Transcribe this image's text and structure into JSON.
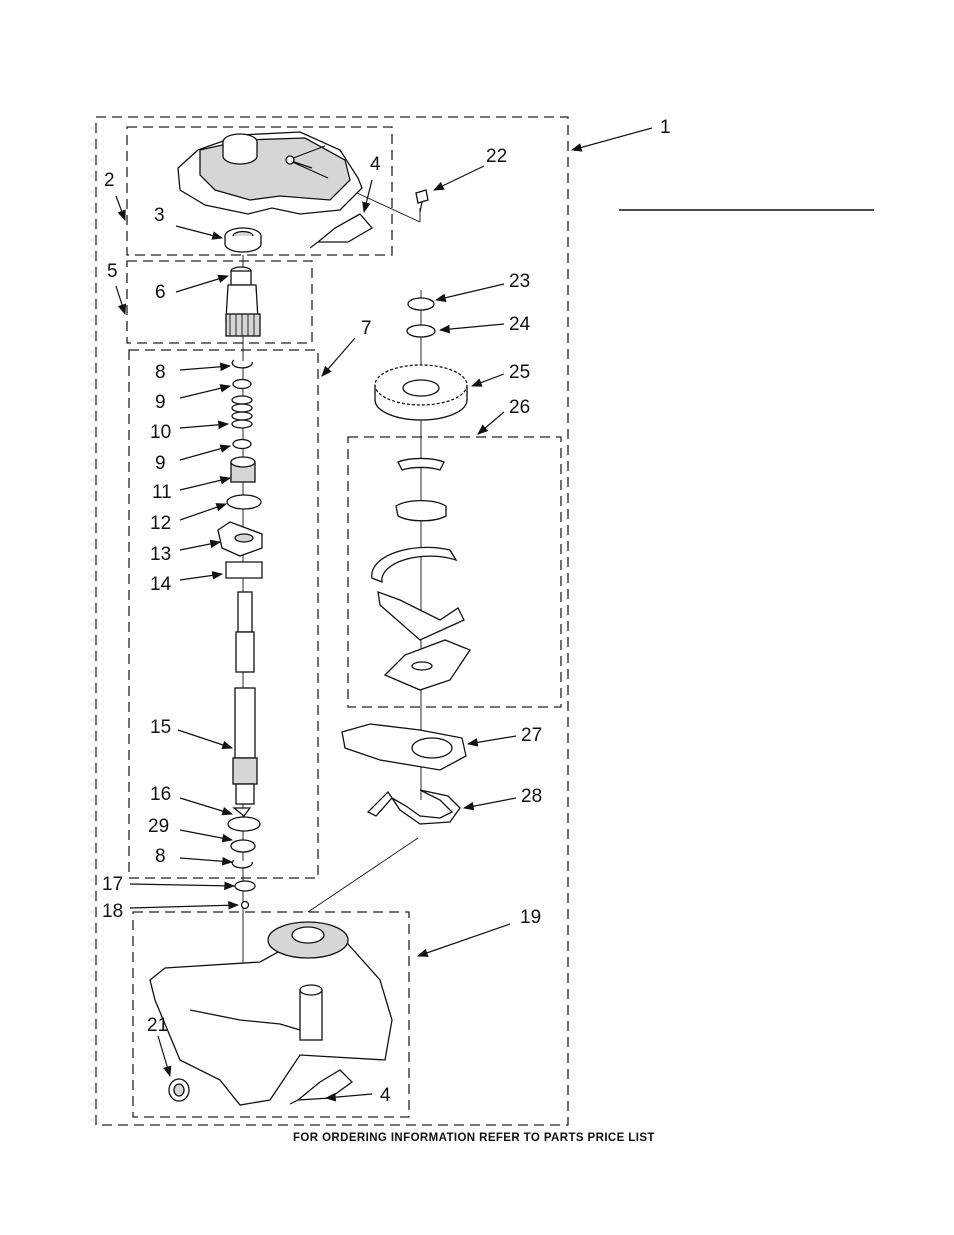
{
  "diagram": {
    "labels": {
      "l1": "1",
      "l2": "2",
      "l3": "3",
      "l4a": "4",
      "l4b": "4",
      "l5": "5",
      "l6": "6",
      "l7": "7",
      "l8a": "8",
      "l8b": "8",
      "l9a": "9",
      "l9b": "9",
      "l10": "10",
      "l11": "11",
      "l12": "12",
      "l13": "13",
      "l14": "14",
      "l15": "15",
      "l16": "16",
      "l17": "17",
      "l18": "18",
      "l19": "19",
      "l21": "21",
      "l22": "22",
      "l23": "23",
      "l24": "24",
      "l25": "25",
      "l26": "26",
      "l27": "27",
      "l28": "28",
      "l29": "29"
    },
    "footer": "FOR ORDERING INFORMATION REFER TO PARTS PRICE LIST"
  }
}
